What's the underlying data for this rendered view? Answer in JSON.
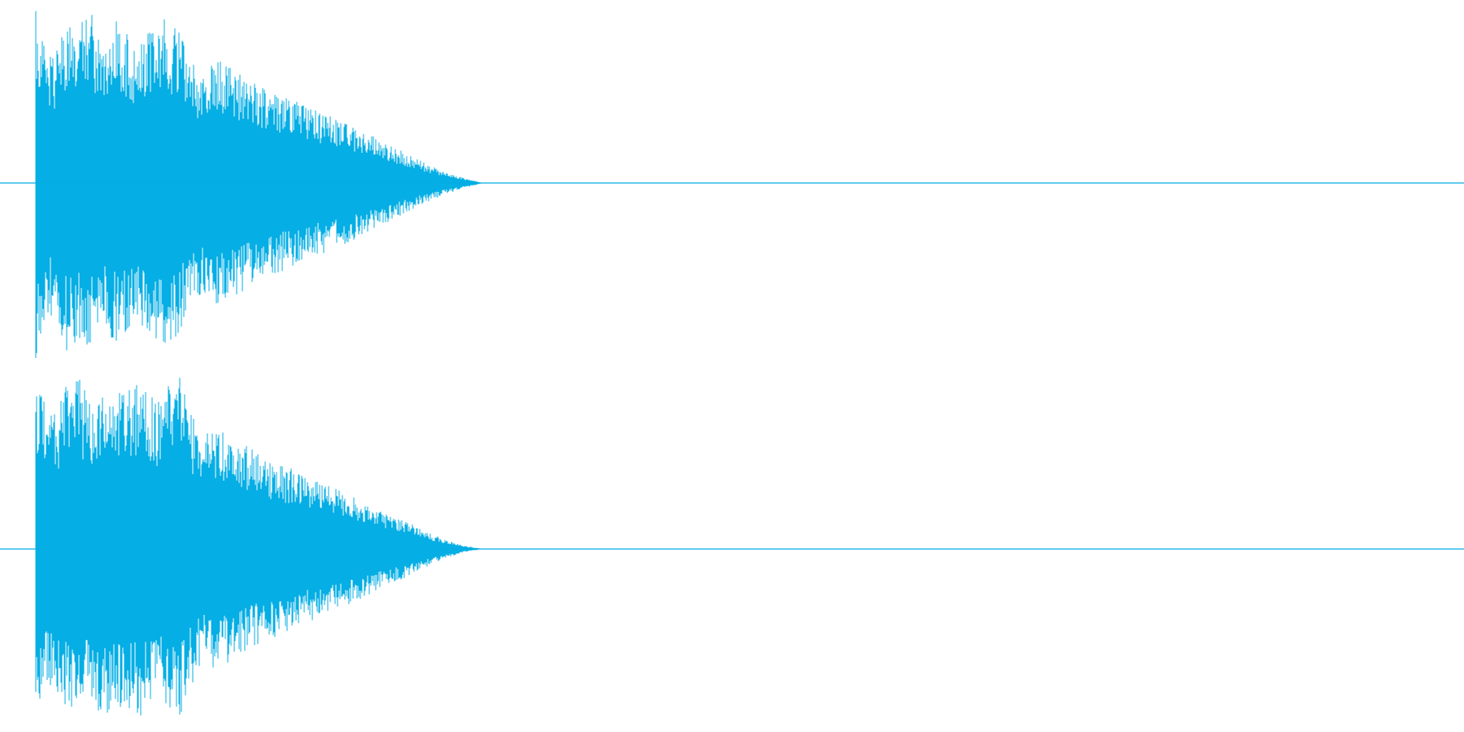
{
  "chart_data": {
    "type": "area",
    "title": "",
    "xlabel": "",
    "ylabel": "",
    "color": "#05aee4",
    "x_range": [
      0,
      1
    ],
    "ylim": [
      -1,
      1
    ],
    "grid": false,
    "legend": "none",
    "envelope_points": [
      0,
      0.015,
      0.045,
      0.075,
      0.105,
      0.135,
      0.165,
      0.2,
      0.25,
      0.3,
      0.35,
      0.4,
      0.45,
      0.5,
      0.55,
      0.6,
      0.65,
      0.7,
      0.75,
      0.8,
      0.85,
      0.9,
      0.95,
      1.0,
      1.05,
      1.1
    ],
    "channels": [
      {
        "index": 1,
        "peaks": [
          1.0,
          0.82,
          0.72,
          0.95,
          0.88,
          0.97,
          0.78,
          0.92,
          0.74,
          0.98,
          0.86,
          0.64,
          0.7,
          0.62,
          0.55,
          0.5,
          0.45,
          0.4,
          0.35,
          0.3,
          0.24,
          0.18,
          0.12,
          0.07,
          0.03,
          0.0
        ]
      },
      {
        "index": 2,
        "peaks": [
          1.0,
          0.85,
          0.75,
          0.92,
          0.96,
          0.82,
          0.99,
          0.88,
          0.95,
          0.83,
          0.99,
          0.66,
          0.68,
          0.6,
          0.54,
          0.48,
          0.43,
          0.38,
          0.33,
          0.28,
          0.22,
          0.17,
          0.11,
          0.06,
          0.02,
          0.0
        ]
      }
    ]
  }
}
